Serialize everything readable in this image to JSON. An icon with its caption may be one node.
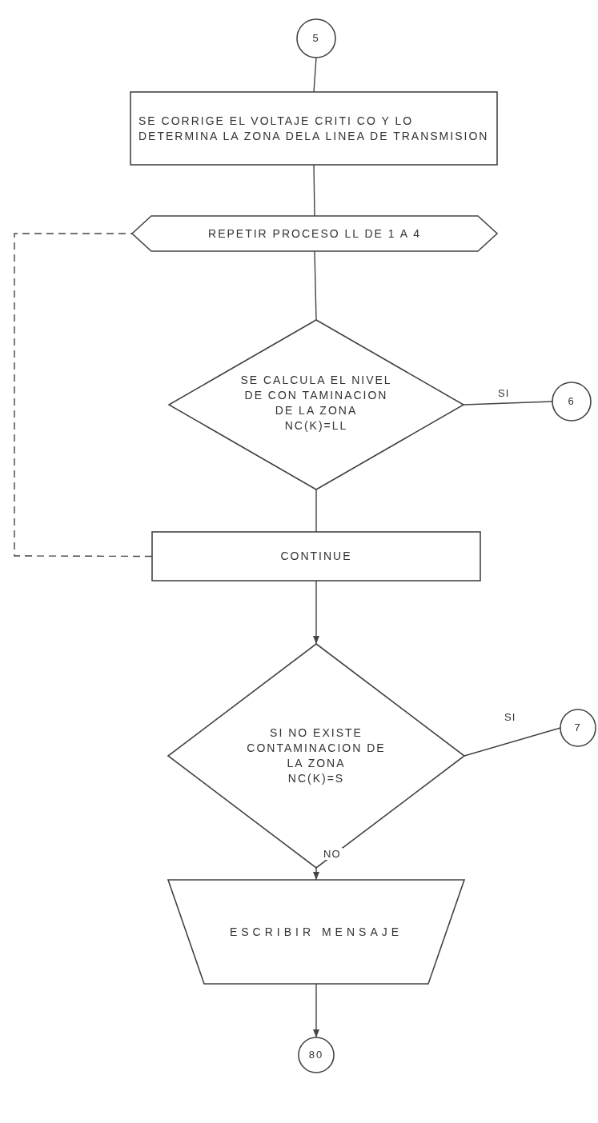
{
  "diagram": {
    "nodes": [
      {
        "text": [
          "5"
        ]
      },
      {
        "text": [
          "SE CORRIGE EL VOLTAJE CRITI CO Y LO DETERMINA LA ZONA DELA LINEA DE TRANSMISION"
        ]
      },
      {
        "text": [
          "REPETIR PROCESO LL DE 1 A 4"
        ]
      },
      {
        "text": [
          "SE CALCULA EL NIVEL DE CON TAMINACION DE LA ZONA",
          "NC(K)=LL"
        ]
      },
      {
        "text": [
          "6"
        ]
      },
      {
        "text": [
          "CONTINUE"
        ]
      },
      {
        "text": [
          "SI NO EXISTE CONTAMINACION DE LA ZONA",
          "NC(K)=S"
        ]
      },
      {
        "text": [
          "7"
        ]
      },
      {
        "text": [
          "ESCRIBIR MENSAJE"
        ]
      },
      {
        "text": [
          "80"
        ]
      }
    ],
    "edges": [
      {
        "from": 0,
        "to": 1,
        "arrow": "none"
      },
      {
        "from": 1,
        "to": 2,
        "arrow": "none"
      },
      {
        "from": 2,
        "to": 3,
        "arrow": "none"
      },
      {
        "from": 3,
        "to": 4,
        "arrow": "none",
        "label": "SI"
      },
      {
        "from": 3,
        "to": 5,
        "arrow": "none"
      },
      {
        "from": 5,
        "to": 2,
        "arrow": "none",
        "style": "dashed"
      },
      {
        "from": 5,
        "to": 6,
        "arrow": "to"
      },
      {
        "from": 6,
        "to": 7,
        "arrow": "none",
        "label": "SI"
      },
      {
        "from": 6,
        "to": 8,
        "arrow": "to",
        "label": "NO"
      },
      {
        "from": 8,
        "to": 9,
        "arrow": "to"
      }
    ]
  }
}
